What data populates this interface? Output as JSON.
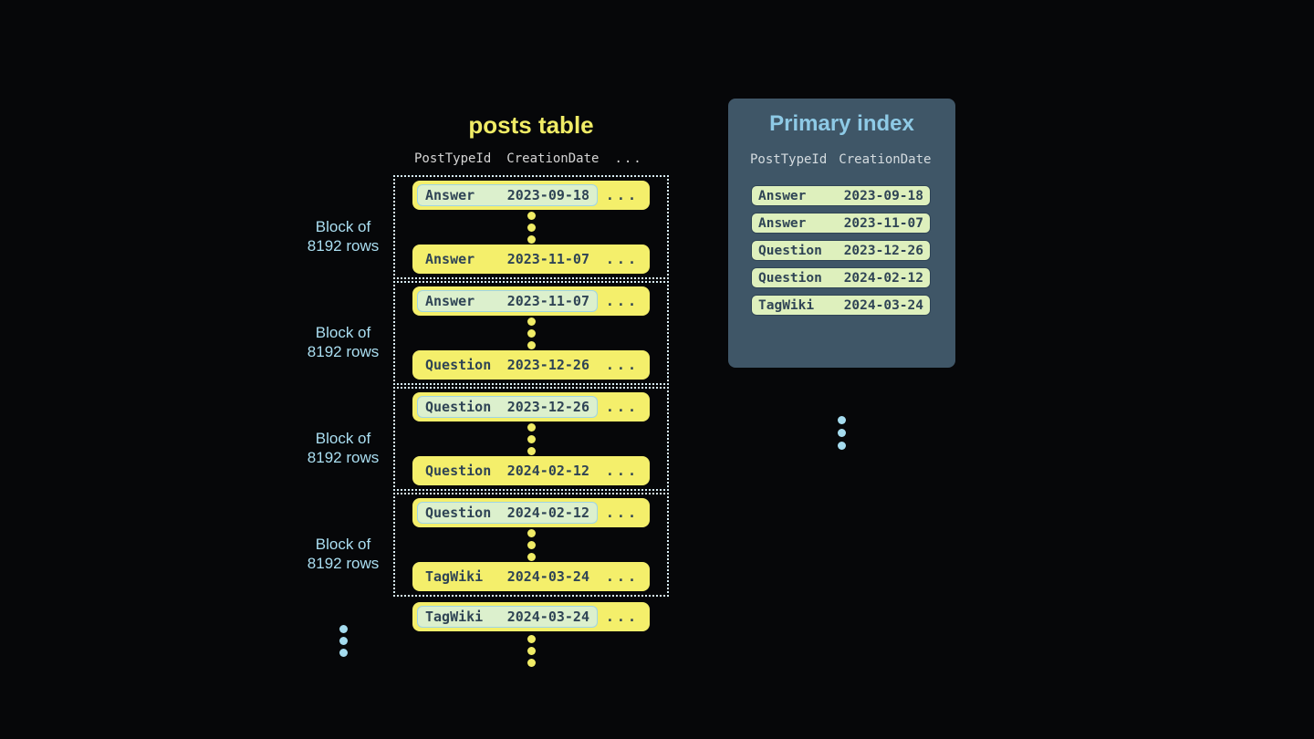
{
  "colors": {
    "background": "#060709",
    "row_yellow": "#f4ef6b",
    "title_yellow": "#f0ec66",
    "highlight_green": "#dcf0cd",
    "highlight_border_blue": "#9fd5e5",
    "dark_slate_text": "#2f4455",
    "block_dotted_border": "#d9eef6",
    "label_blue": "#abdff2",
    "dot_blue": "#a5dcef",
    "panel_background": "#3f5667",
    "panel_title_blue": "#8ecae6",
    "pill_green": "#def0bd",
    "header_gray": "#d5d5d5"
  },
  "posts_table": {
    "title": "posts table",
    "columns": [
      "PostTypeId",
      "CreationDate",
      "..."
    ],
    "blocks": [
      {
        "label_line1": "Block of",
        "label_line2": "8192 rows",
        "first_row": {
          "type": "Answer",
          "date": "2023-09-18",
          "more": "..."
        },
        "last_row": {
          "type": "Answer",
          "date": "2023-11-07",
          "more": "..."
        }
      },
      {
        "label_line1": "Block of",
        "label_line2": "8192 rows",
        "first_row": {
          "type": "Answer",
          "date": "2023-11-07",
          "more": "..."
        },
        "last_row": {
          "type": "Question",
          "date": "2023-12-26",
          "more": "..."
        }
      },
      {
        "label_line1": "Block of",
        "label_line2": "8192 rows",
        "first_row": {
          "type": "Question",
          "date": "2023-12-26",
          "more": "..."
        },
        "last_row": {
          "type": "Question",
          "date": "2024-02-12",
          "more": "..."
        }
      },
      {
        "label_line1": "Block of",
        "label_line2": "8192 rows",
        "first_row": {
          "type": "Question",
          "date": "2024-02-12",
          "more": "..."
        },
        "last_row": {
          "type": "TagWiki",
          "date": "2024-03-24",
          "more": "..."
        }
      }
    ],
    "overflow_row": {
      "type": "TagWiki",
      "date": "2024-03-24",
      "more": "..."
    }
  },
  "primary_index": {
    "title": "Primary index",
    "columns": [
      "PostTypeId",
      "CreationDate"
    ],
    "rows": [
      {
        "type": "Answer",
        "date": "2023-09-18"
      },
      {
        "type": "Answer",
        "date": "2023-11-07"
      },
      {
        "type": "Question",
        "date": "2023-12-26"
      },
      {
        "type": "Question",
        "date": "2024-02-12"
      },
      {
        "type": "TagWiki",
        "date": "2024-03-24"
      }
    ]
  }
}
